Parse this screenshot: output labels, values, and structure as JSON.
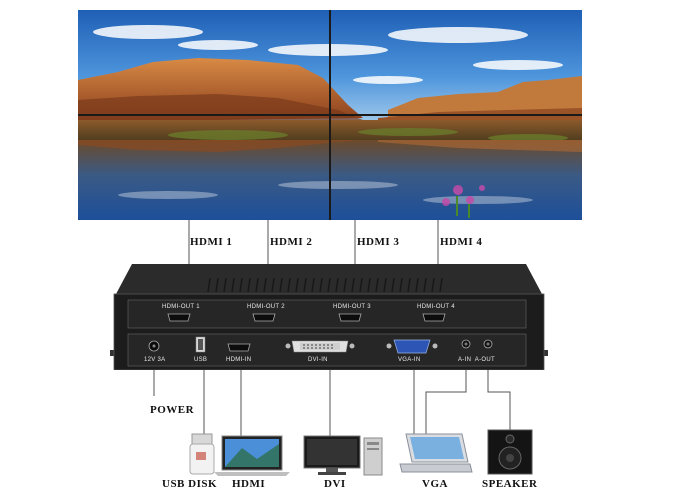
{
  "wall": {
    "screens": 4,
    "scene": "canyon-lake-landscape"
  },
  "cables": [
    {
      "label": "HDMI 1"
    },
    {
      "label": "HDMI 2"
    },
    {
      "label": "HDMI 3"
    },
    {
      "label": "HDMI 4"
    }
  ],
  "device": {
    "outputs": [
      "HDMI-OUT 1",
      "HDMI-OUT 2",
      "HDMI-OUT 3",
      "HDMI-OUT 4"
    ],
    "inputs": {
      "power": "12V 3A",
      "usb": "USB",
      "hdmi_in": "HDMI-IN",
      "dvi_in": "DVI-IN",
      "vga_in": "VGA-IN",
      "audio": "A-IN  A-OUT"
    }
  },
  "peripherals": {
    "power": "POWER",
    "usb": "USB DISK",
    "hdmi": "HDMI",
    "dvi": "DVI",
    "vga": "VGA",
    "speaker": "SPEAKER"
  },
  "colors": {
    "device_body": "#1c1c1c",
    "device_panel": "#2a2a2a",
    "line": "#444444",
    "sky": "#2f78c8",
    "rock": "#b5652f"
  }
}
